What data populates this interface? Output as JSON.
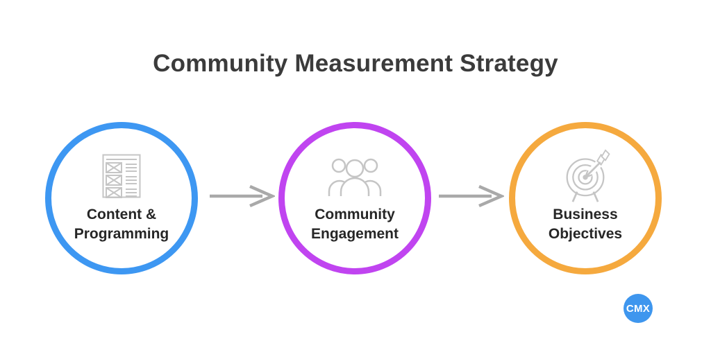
{
  "page": {
    "title": "Community Measurement Strategy",
    "background_color": "#ffffff",
    "title_color": "#3b3b3b"
  },
  "diagram": {
    "steps": [
      {
        "line1": "Content &",
        "line2": "Programming",
        "icon": "content-list-icon",
        "ring_color": "#3d97f2"
      },
      {
        "line1": "Community",
        "line2": "Engagement",
        "icon": "people-group-icon",
        "ring_color": "#c044f0"
      },
      {
        "line1": "Business",
        "line2": "Objectives",
        "icon": "target-arrow-icon",
        "ring_color": "#f5a93e"
      }
    ],
    "connector": {
      "shape": "right-arrow",
      "color": "#a9a9a9"
    },
    "icon_color": "#c5c5c5",
    "label_color": "#262626"
  },
  "logo": {
    "text": "CMX",
    "bg_color": "#3e96ee",
    "text_color": "#ffffff"
  }
}
